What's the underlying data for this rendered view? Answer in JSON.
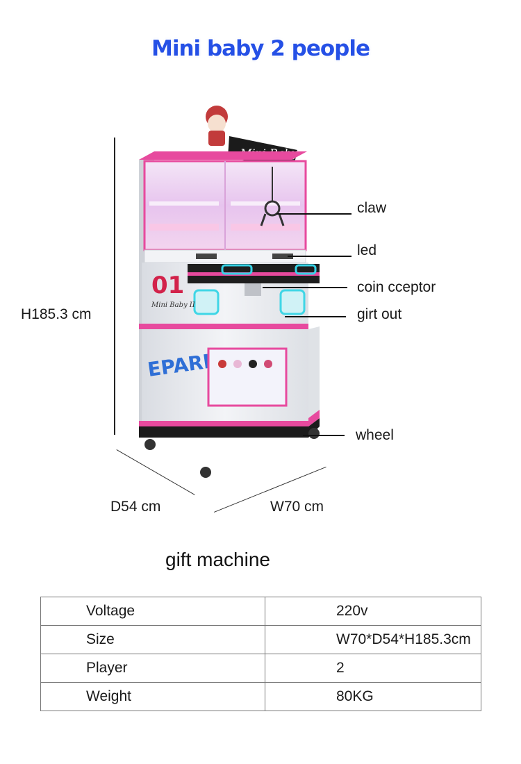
{
  "header": {
    "title": "Mini baby 2 people"
  },
  "machine_image": {
    "front_number": "01",
    "callouts": [
      {
        "name": "claw",
        "label": "claw"
      },
      {
        "name": "led",
        "label": "led"
      },
      {
        "name": "coin-acceptor",
        "label": "coin cceptor"
      },
      {
        "name": "gift-out",
        "label": "girt out"
      },
      {
        "name": "wheel",
        "label": "wheel"
      }
    ],
    "dimensions": {
      "height": "H185.3 cm",
      "depth": "D54 cm",
      "width": "W70 cm"
    },
    "colors": {
      "accent_pink": "#e8409a",
      "body": "#eceef2",
      "base": "#1a1a1a",
      "brand_blue": "#2f6fd6"
    }
  },
  "subtitle": "gift machine",
  "specs": {
    "rows": [
      {
        "key": "Voltage",
        "value": "220v"
      },
      {
        "key": "Size",
        "value": "W70*D54*H185.3cm"
      },
      {
        "key": "Player",
        "value": "2"
      },
      {
        "key": "Weight",
        "value": "80KG"
      }
    ]
  }
}
